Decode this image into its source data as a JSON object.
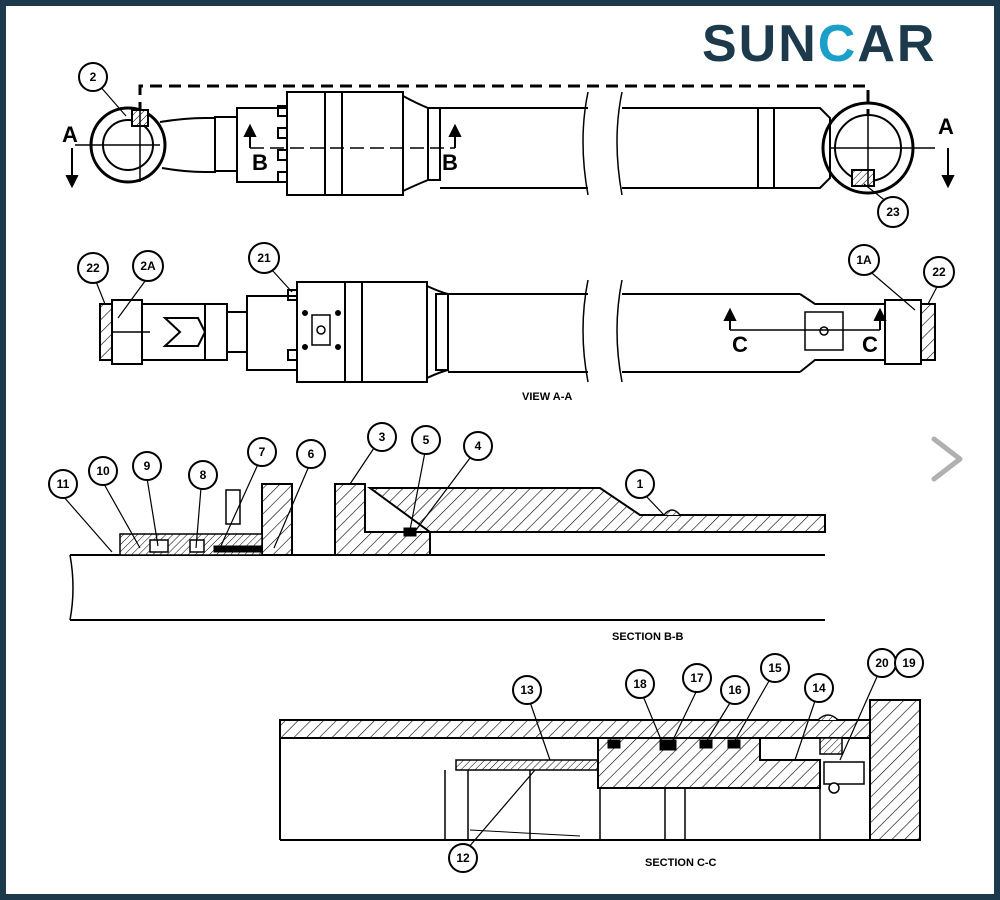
{
  "brand": {
    "logo_part1": "SUN",
    "logo_part2": "C",
    "logo_part3": "AR",
    "primary_color": "#1d3a4d",
    "accent_color": "#1aa0c8"
  },
  "navigation": {
    "next_icon": "chevron-right-icon"
  },
  "views": {
    "view_aa_label": "VIEW A-A",
    "section_bb_label": "SECTION B-B",
    "section_cc_label": "SECTION C-C"
  },
  "section_letters": {
    "a": "A",
    "b": "B",
    "c": "C"
  },
  "callouts": {
    "c2": "2",
    "c23": "23",
    "c22": "22",
    "c2a": "2A",
    "c21": "21",
    "c1a": "1A",
    "c3": "3",
    "c5": "5",
    "c4": "4",
    "c7": "7",
    "c6": "6",
    "c9": "9",
    "c8": "8",
    "c10": "10",
    "c11": "11",
    "c1": "1",
    "c13": "13",
    "c18": "18",
    "c17": "17",
    "c16": "16",
    "c15": "15",
    "c14": "14",
    "c20": "20",
    "c19": "19",
    "c12": "12"
  }
}
